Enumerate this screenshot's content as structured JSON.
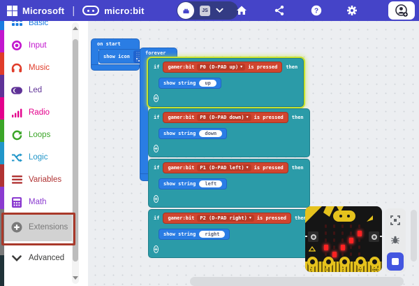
{
  "topbar": {
    "microsoft": "Microsoft",
    "microbit": "micro:bit",
    "js_label": "JS",
    "help_glyph": "?"
  },
  "sidebar": {
    "items": [
      {
        "id": "basic",
        "label": "Basic",
        "color": "#1a7ce1",
        "icon": "grid-icon"
      },
      {
        "id": "input",
        "label": "Input",
        "color": "#c216ce",
        "icon": "ring-icon"
      },
      {
        "id": "music",
        "label": "Music",
        "color": "#e03c2a",
        "icon": "headphones-icon"
      },
      {
        "id": "led",
        "label": "Led",
        "color": "#5f3297",
        "icon": "toggle-icon"
      },
      {
        "id": "radio",
        "label": "Radio",
        "color": "#e3008c",
        "icon": "signal-icon"
      },
      {
        "id": "loops",
        "label": "Loops",
        "color": "#3ba528",
        "icon": "refresh-icon"
      },
      {
        "id": "logic",
        "label": "Logic",
        "color": "#2196c9",
        "icon": "shuffle-icon"
      },
      {
        "id": "variables",
        "label": "Variables",
        "color": "#b03333",
        "icon": "lines-icon"
      },
      {
        "id": "math",
        "label": "Math",
        "color": "#8b3bd0",
        "icon": "calculator-icon"
      },
      {
        "id": "extensions",
        "label": "Extensions",
        "color": "#7a7a7a",
        "icon": "plus-circle-icon",
        "highlighted": true
      },
      {
        "id": "advanced",
        "label": "Advanced",
        "color": "#3c3c3b",
        "icon": "chevron-down-icon"
      }
    ]
  },
  "workspace": {
    "on_start_label": "on start",
    "show_icon_label": "show icon",
    "forever_label": "forever",
    "if_label": "if",
    "then_label": "then",
    "show_string_label": "show string",
    "dropdown_arrow": "▾",
    "plus_glyph": "+",
    "icon_pattern": [
      [
        0,
        0,
        0,
        0,
        0
      ],
      [
        0,
        0,
        0,
        0,
        1
      ],
      [
        0,
        0,
        0,
        1,
        0
      ],
      [
        1,
        0,
        1,
        0,
        0
      ],
      [
        0,
        1,
        0,
        0,
        0
      ]
    ],
    "conditions": [
      {
        "prefix": "gamer:bit",
        "pin": "P0 (D-PAD up)",
        "suffix": "is pressed",
        "string": "up",
        "highlighted": true
      },
      {
        "prefix": "gamer:bit",
        "pin": "P8 (D-PAD down)",
        "suffix": "is pressed",
        "string": "down",
        "highlighted": false
      },
      {
        "prefix": "gamer:bit",
        "pin": "P1 (D-PAD left)",
        "suffix": "is pressed",
        "string": "left",
        "highlighted": false
      },
      {
        "prefix": "gamer:bit",
        "pin": "P2 (D-PAD right)",
        "suffix": "is pressed",
        "string": "right",
        "highlighted": false
      }
    ]
  },
  "simulator": {
    "led_pattern": [
      [
        0,
        0,
        0,
        0,
        0
      ],
      [
        0,
        0,
        0,
        0,
        1
      ],
      [
        0,
        0,
        0,
        1,
        0
      ],
      [
        1,
        0,
        1,
        0,
        0
      ],
      [
        0,
        1,
        0,
        0,
        0
      ]
    ],
    "pins": [
      "0",
      "1",
      "2",
      "3V",
      "GND"
    ]
  },
  "colors": {
    "topbar_bg": "#4544c8",
    "block_blue": "#2a7de4",
    "block_teal": "#2b9ba8",
    "block_red": "#d0452f",
    "highlight": "#c6e22e",
    "annotation": "#a9392a",
    "sim_gold": "#e5c21d",
    "led_red": "#ff2222",
    "stop_blue": "#4356e0"
  }
}
